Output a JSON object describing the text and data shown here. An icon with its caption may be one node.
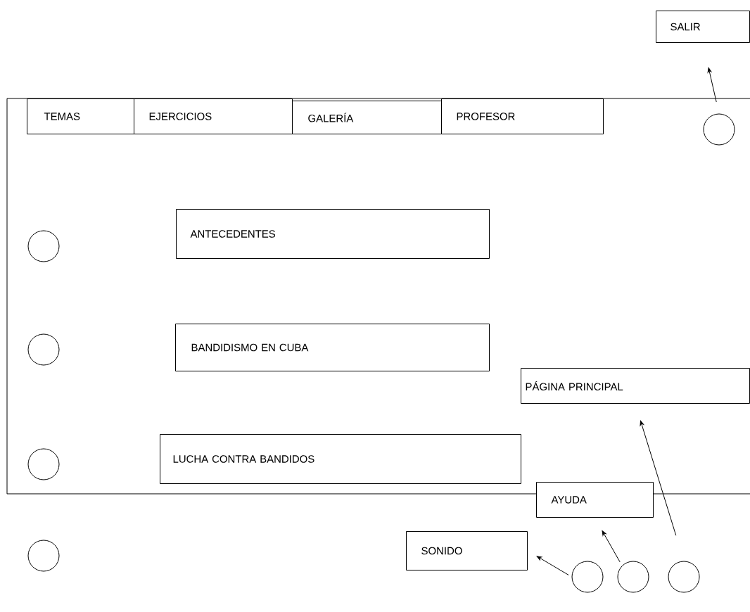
{
  "diagram": {
    "nodes": [
      {
        "text": [
          "SALIR"
        ]
      },
      {
        "text": [
          "TEMAS"
        ]
      },
      {
        "text": [
          "EJERCICIOS"
        ]
      },
      {
        "text": [
          "GALERÍA"
        ]
      },
      {
        "text": [
          "PROFESOR"
        ]
      },
      {
        "text": [],
        "shape": "circle"
      },
      {
        "text": [],
        "shape": "circle"
      },
      {
        "text": [
          "ANTECEDENTES"
        ]
      },
      {
        "text": [],
        "shape": "circle"
      },
      {
        "text": [
          "BANDIDISMO EN CUBA"
        ]
      },
      {
        "text": [
          "PÁGINA PRINCIPAL"
        ]
      },
      {
        "text": [],
        "shape": "circle"
      },
      {
        "text": [
          "LUCHA CONTRA BANDIDOS"
        ]
      },
      {
        "text": [
          "AYUDA"
        ]
      },
      {
        "text": [],
        "shape": "circle"
      },
      {
        "text": [
          "SONIDO"
        ]
      },
      {
        "text": [],
        "shape": "circle"
      },
      {
        "text": [],
        "shape": "circle"
      },
      {
        "text": [],
        "shape": "circle"
      }
    ],
    "edges": [
      {
        "from": 5,
        "to": 0,
        "arrow": "to"
      },
      {
        "from": 16,
        "to": 15,
        "arrow": "to"
      },
      {
        "from": 17,
        "to": 13,
        "arrow": "to"
      },
      {
        "from": 18,
        "to": 10,
        "arrow": "to"
      }
    ]
  }
}
